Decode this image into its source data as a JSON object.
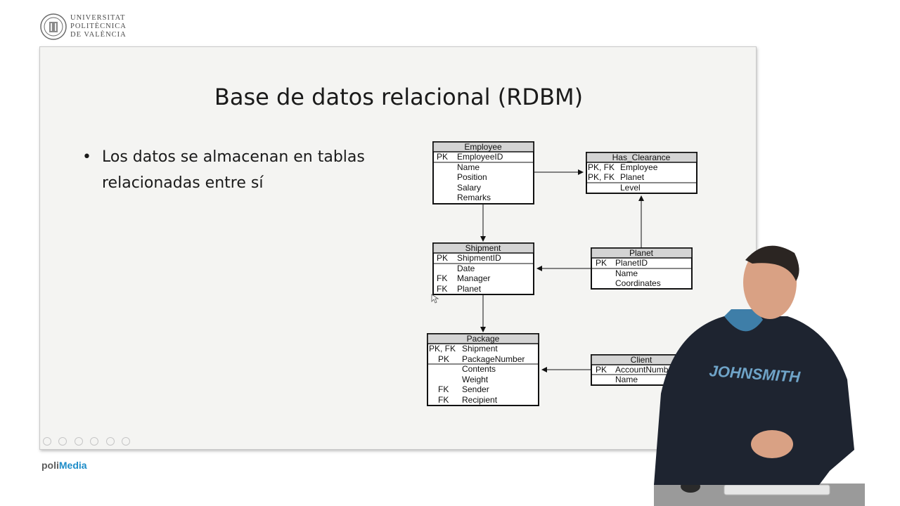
{
  "header": {
    "university_lines": [
      "UNIVERSITAT",
      "POLITÈCNICA",
      "DE VALÈNCIA"
    ]
  },
  "slide": {
    "title": "Base de datos relacional (RDBM)",
    "bullet_lines": [
      "Los datos se almacenan en tablas",
      "relacionadas entre sí"
    ]
  },
  "er_diagram": {
    "employee": {
      "name": "Employee",
      "pk": [
        "PK",
        "EmployeeID"
      ],
      "fields": [
        "Name",
        "Position",
        "Salary",
        "Remarks"
      ]
    },
    "has_clearance": {
      "name": "Has_Clearance",
      "keys": [
        [
          "PK, FK",
          "Employee"
        ],
        [
          "PK, FK",
          "Planet"
        ]
      ],
      "fields": [
        "Level"
      ]
    },
    "shipment": {
      "name": "Shipment",
      "pk": [
        "PK",
        "ShipmentID"
      ],
      "fields": [
        [
          "",
          "Date"
        ],
        [
          "FK",
          "Manager"
        ],
        [
          "FK",
          "Planet"
        ]
      ]
    },
    "planet": {
      "name": "Planet",
      "pk": [
        "PK",
        "PlanetID"
      ],
      "fields": [
        "Name",
        "Coordinates"
      ]
    },
    "package": {
      "name": "Package",
      "keys": [
        [
          "PK, FK",
          "Shipment"
        ],
        [
          "PK",
          "PackageNumber"
        ]
      ],
      "fields": [
        [
          "",
          "Contents"
        ],
        [
          "",
          "Weight"
        ],
        [
          "FK",
          "Sender"
        ],
        [
          "FK",
          "Recipient"
        ]
      ]
    },
    "client": {
      "name": "Client",
      "pk": [
        "PK",
        "AccountNumber"
      ],
      "fields": [
        "Name"
      ]
    }
  },
  "presenter": {
    "shirt_text": "JOHNSMITH"
  },
  "footer": {
    "brand_prefix": "poli",
    "brand_suffix": "Media"
  }
}
